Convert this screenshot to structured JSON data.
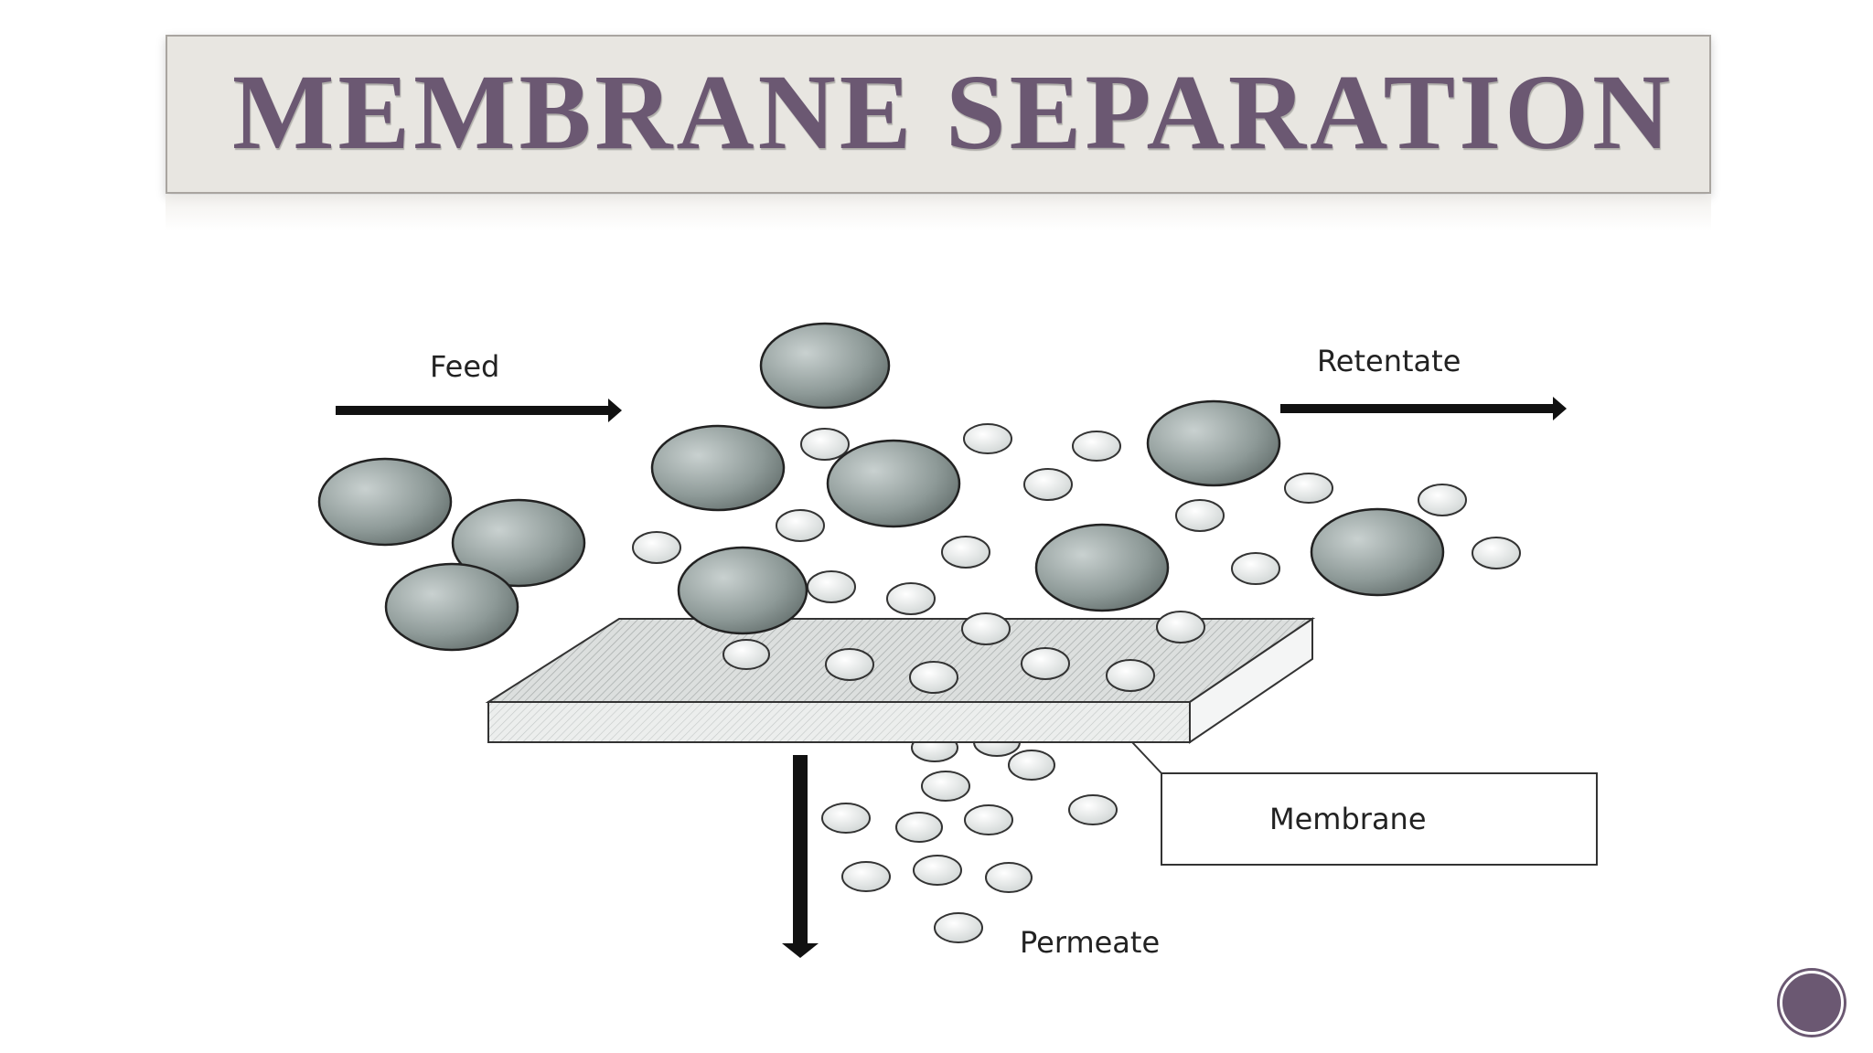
{
  "slide": {
    "title": "MEMBRANE SEPARATION",
    "accent_color": "#6b5872",
    "banner_color": "#e8e6e1"
  },
  "diagram": {
    "labels": {
      "feed": "Feed",
      "retentate": "Retentate",
      "membrane": "Membrane",
      "permeate": "Permeate"
    },
    "arrows": [
      "feed-arrow",
      "retentate-arrow",
      "permeate-arrow"
    ],
    "particle_types": [
      "large-particle",
      "small-particle"
    ],
    "particle_colors": {
      "large": "#7f8c8a",
      "small": "#dfe3e2",
      "membrane": "#cfd3d2"
    }
  },
  "page_badge": {
    "icon": "page-number-icon"
  }
}
